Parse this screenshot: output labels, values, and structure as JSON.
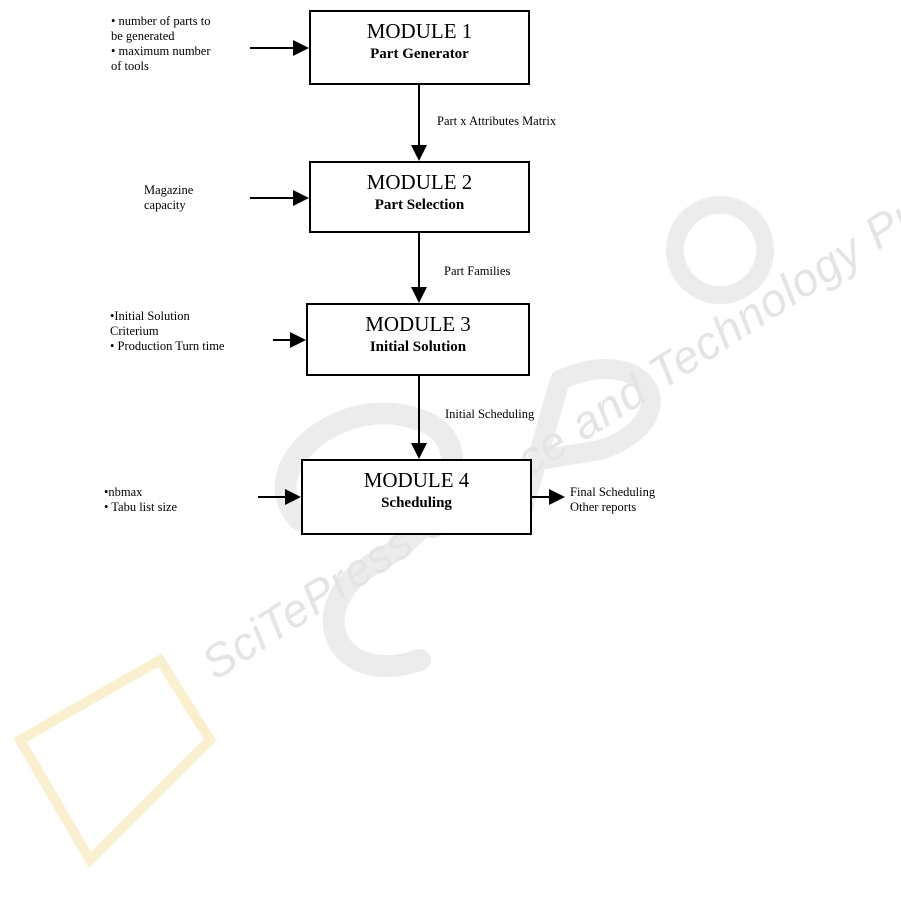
{
  "watermark": {
    "text": "SciTePress Science and Technology Publications"
  },
  "modules": [
    {
      "title": "MODULE 1",
      "subtitle": "Part Generator"
    },
    {
      "title": "MODULE 2",
      "subtitle": "Part Selection"
    },
    {
      "title": "MODULE 3",
      "subtitle": "Initial Solution"
    },
    {
      "title": "MODULE 4",
      "subtitle": "Scheduling"
    }
  ],
  "inputs": [
    {
      "lines": [
        "• number of parts to",
        "be generated",
        "• maximum number",
        "of tools"
      ]
    },
    {
      "lines": [
        "Magazine",
        "capacity"
      ]
    },
    {
      "lines": [
        "•Initial Solution",
        "Criterium",
        "• Production Turn time"
      ]
    },
    {
      "lines": [
        "•nbmax",
        "• Tabu list size"
      ]
    }
  ],
  "flows": [
    {
      "label": "Part x Attributes Matrix"
    },
    {
      "label": "Part Families"
    },
    {
      "label": "Initial Scheduling"
    }
  ],
  "output": {
    "lines": [
      "Final Scheduling",
      "Other reports"
    ]
  },
  "colors": {
    "line": "#000000",
    "watermark": "#e4e4e4",
    "watermark_shape": "#f6e6b0"
  }
}
